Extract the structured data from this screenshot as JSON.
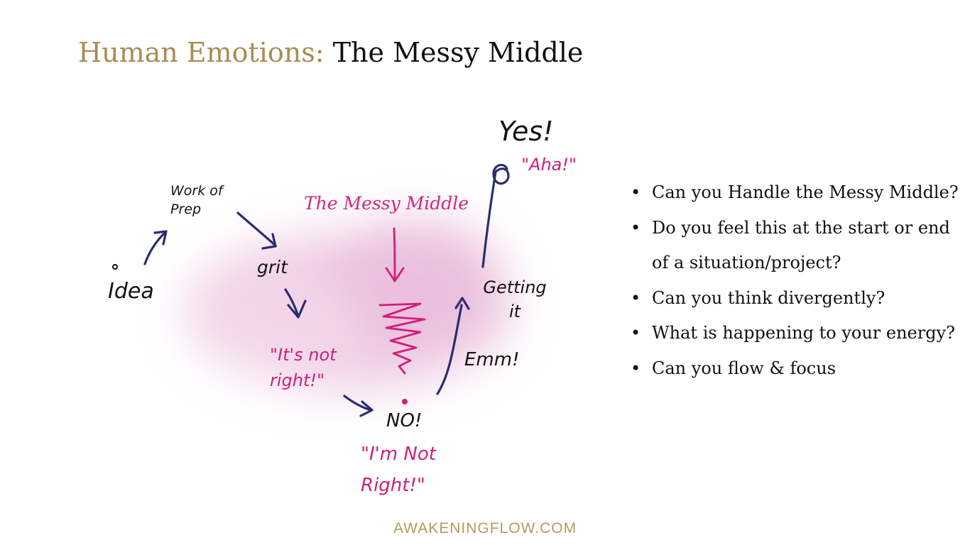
{
  "slide": {
    "title_accent": "Human Emotions:",
    "title_main": "The Messy Middle"
  },
  "diagram": {
    "messy_middle_label": "The Messy Middle",
    "handwritten": {
      "idea": "Idea",
      "work_of_prep": "Work of Prep",
      "grit": "grit",
      "its_not_right": "\"It's not right!\"",
      "no": "NO!",
      "im_not_right": "\"I'm Not Right!\"",
      "emm": "Emm!",
      "getting_it": "Getting it",
      "yes": "Yes!",
      "aha": "\"Aha!\""
    },
    "colors": {
      "ink": "#141414",
      "path": "#2b2d6e",
      "pink": "#cf1f7a",
      "blob": "#e2a4cf"
    }
  },
  "questions": [
    "Can you Handle the Messy Middle?",
    "Do you feel this at the start or end of a situation/project?",
    "Can you think divergently?",
    "What is happening to your energy?",
    "Can you flow & focus"
  ],
  "footer": {
    "brand": "AWAKENINGFLOW.COM"
  },
  "colors": {
    "title_accent": "#a88c55",
    "footer": "#b39a5e"
  }
}
